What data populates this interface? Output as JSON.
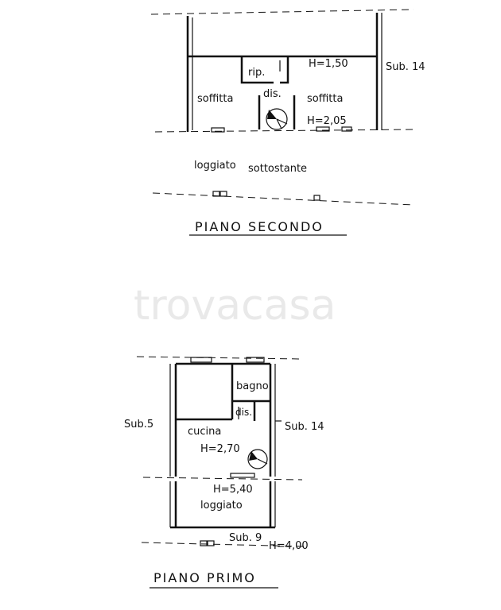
{
  "watermark": "trovacasa",
  "piano_secondo": {
    "title": "PIANO SECONDO",
    "labels": {
      "sub14": "Sub. 14",
      "rip": "rip.",
      "dis": "dis.",
      "soffitta_left": "soffitta",
      "soffitta_right": "soffitta",
      "h150": "H=1,50",
      "h205": "H=2,05",
      "loggiato": "loggiato",
      "sottostante": "sottostante"
    }
  },
  "piano_primo": {
    "title": "PIANO PRIMO",
    "labels": {
      "sub5": "Sub.5",
      "sub14": "Sub. 14",
      "bagno": "bagno",
      "dis": "dis.",
      "cucina": "cucina",
      "h270": "H=2,70",
      "h540": "H=5,40",
      "loggiato": "loggiato",
      "sub9": "Sub. 9",
      "h400": "H=4,00"
    }
  }
}
